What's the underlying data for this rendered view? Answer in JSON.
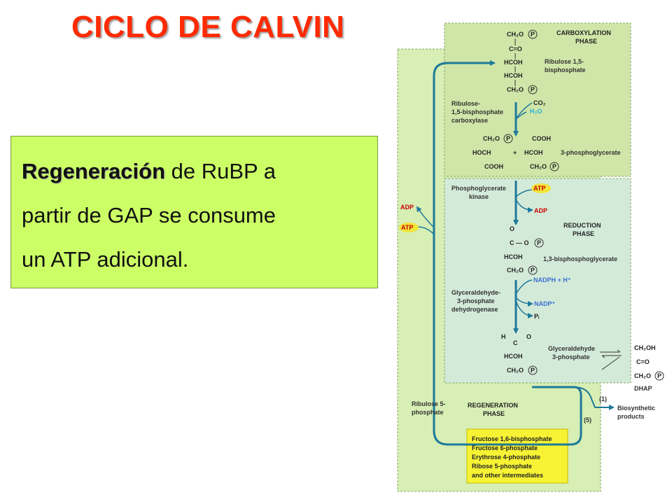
{
  "slide": {
    "title": "CICLO DE CALVIN",
    "text": {
      "bold_part": "Regeneración",
      "line1_rest": " de RuBP a",
      "line2": "partir de GAP se consume",
      "line3": "un ATP adicional."
    }
  },
  "diagram": {
    "phases": {
      "carboxylation": [
        "CARBOXYLATION",
        "PHASE"
      ],
      "reduction": [
        "REDUCTION",
        "PHASE"
      ],
      "regeneration": [
        "REGENERATION",
        "PHASE"
      ]
    },
    "labels": {
      "rubp": [
        "Ribulose 1,5-",
        "bisphosphate"
      ],
      "rubisco": [
        "Ribulose-",
        "1,5-bisphosphate",
        "carboxylase"
      ],
      "pga": "3-phosphoglycerate",
      "pgk": [
        "Phosphoglycerate",
        "kinase"
      ],
      "bpg": "1,3-bisphosphoglycerate",
      "gapdh": [
        "Glyceraldehyde-",
        "3-phosphate",
        "dehydrogenase"
      ],
      "gap": [
        "Glyceraldehyde",
        "3-phosphate"
      ],
      "ru5p": [
        "Ribulose 5-",
        "phosphate"
      ],
      "biosynthetic": [
        "Biosynthetic",
        "products"
      ],
      "dhap": "DHAP",
      "step1": "(1)",
      "step5": "(5)"
    },
    "cofactors": {
      "co2": "CO₂",
      "h2o": "H₂O",
      "atp": "ATP",
      "adp": "ADP",
      "nadph": "NADPH + H⁺",
      "nadp": "NADP⁺",
      "pi": "Pᵢ",
      "left_adp": "ADP",
      "left_atp": "ATP"
    },
    "intermediates": [
      "Fructose 1,6-bisphosphate",
      "Fructose 6-phosphate",
      "Erythrose 4-phosphate",
      "Ribose 5-phosphate",
      "and other intermediates"
    ],
    "structures": {
      "rubp": [
        "CH₂O",
        "C=O",
        "HCOH",
        "HCOH",
        "CH₂O"
      ],
      "pga_left": [
        "CH₂O",
        "HOCH",
        "COOH"
      ],
      "pga_plus": "+",
      "pga_right": [
        "COOH",
        "HCOH",
        "CH₂O"
      ],
      "bpg": [
        "O",
        "C — O",
        "HCOH",
        "CH₂O"
      ],
      "gap": [
        "H",
        "C",
        "O",
        "HCOH",
        "CH₂O"
      ],
      "dhap": [
        "CH₂OH",
        "C=O",
        "CH₂O"
      ],
      "phosphate_symbol": "P"
    },
    "colors": {
      "outer_green": "#d7eeb4",
      "carboxylation_bg": "#cfe6a8",
      "reduction_bg": "#d4ead9",
      "intermediates_bg": "#f7f334",
      "atp_badge": "#f2e53a",
      "arrow": "#1e7a9a"
    }
  }
}
